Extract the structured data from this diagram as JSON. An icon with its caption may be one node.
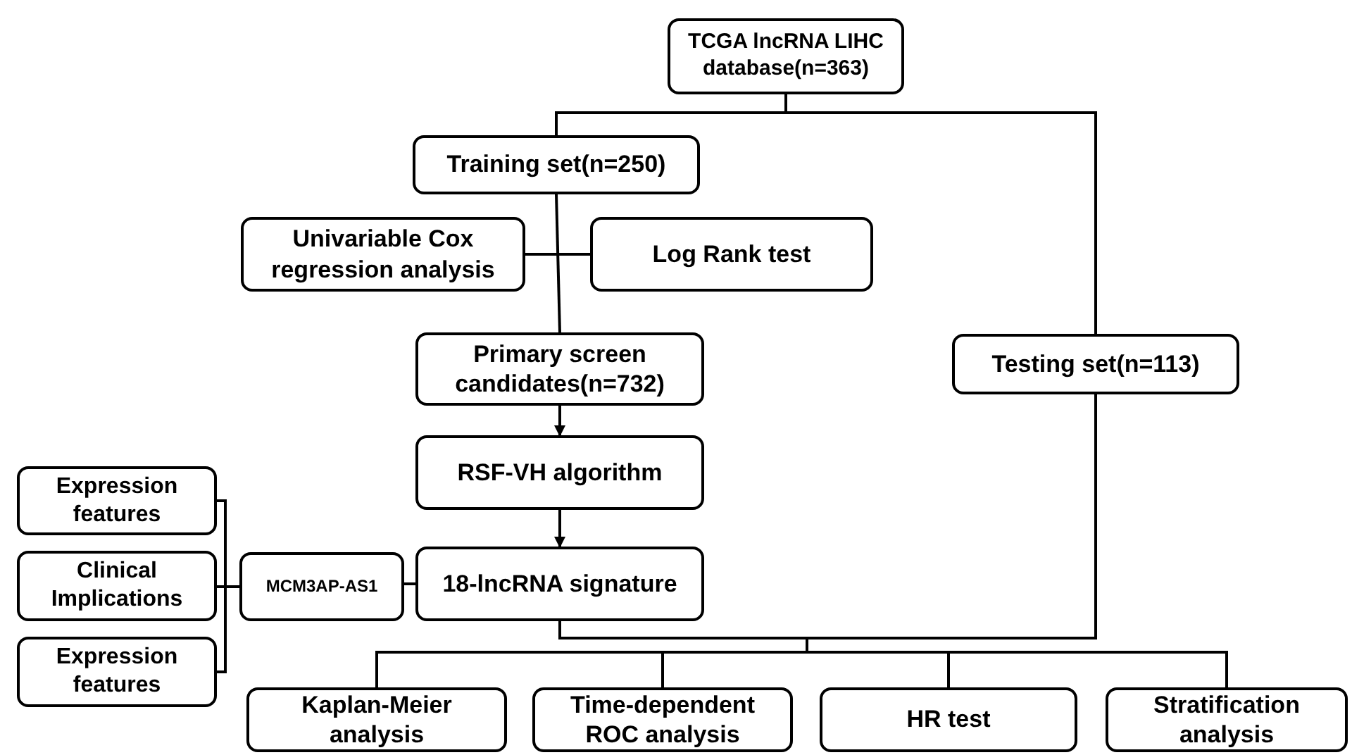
{
  "diagram": {
    "nodes": [
      {
        "text": [
          "TCGA lncRNA LIHC database(n=363)"
        ]
      },
      {
        "text": [
          "Training set(n=250)"
        ]
      },
      {
        "text": [
          "Univariable Cox regression analysis"
        ]
      },
      {
        "text": [
          "Log Rank test"
        ]
      },
      {
        "text": [
          "Testing set(n=113)"
        ]
      },
      {
        "text": [
          "Primary screen candidates(n=732)"
        ]
      },
      {
        "text": [
          "RSF-VH algorithm"
        ]
      },
      {
        "text": [
          "Expression features"
        ]
      },
      {
        "text": [
          "Clinical Implications"
        ]
      },
      {
        "text": [
          "Expression features"
        ]
      },
      {
        "text": [
          "MCM3AP-AS1"
        ]
      },
      {
        "text": [
          "18-lncRNA signature"
        ]
      },
      {
        "text": [
          "Kaplan-Meier analysis"
        ]
      },
      {
        "text": [
          "Time-dependent ROC analysis"
        ]
      },
      {
        "text": [
          "HR test"
        ]
      },
      {
        "text": [
          "Stratification analysis"
        ]
      }
    ],
    "edges": [
      {
        "from": 0,
        "to": 1,
        "arrow": "none"
      },
      {
        "from": 0,
        "to": 4,
        "arrow": "none"
      },
      {
        "from": 1,
        "to": 5,
        "arrow": "none"
      },
      {
        "from": 2,
        "to": 3,
        "arrow": "none"
      },
      {
        "from": 5,
        "to": 6,
        "arrow": "to"
      },
      {
        "from": 6,
        "to": 11,
        "arrow": "to"
      },
      {
        "from": 7,
        "to": 10,
        "arrow": "none"
      },
      {
        "from": 8,
        "to": 10,
        "arrow": "none"
      },
      {
        "from": 9,
        "to": 10,
        "arrow": "none"
      },
      {
        "from": 10,
        "to": 11,
        "arrow": "none"
      },
      {
        "from": 11,
        "to": 12,
        "arrow": "none"
      },
      {
        "from": 11,
        "to": 13,
        "arrow": "none"
      },
      {
        "from": 11,
        "to": 14,
        "arrow": "none"
      },
      {
        "from": 11,
        "to": 15,
        "arrow": "none"
      },
      {
        "from": 4,
        "to": 12,
        "arrow": "none"
      },
      {
        "from": 4,
        "to": 13,
        "arrow": "none"
      },
      {
        "from": 4,
        "to": 14,
        "arrow": "none"
      },
      {
        "from": 4,
        "to": 15,
        "arrow": "none"
      }
    ]
  }
}
